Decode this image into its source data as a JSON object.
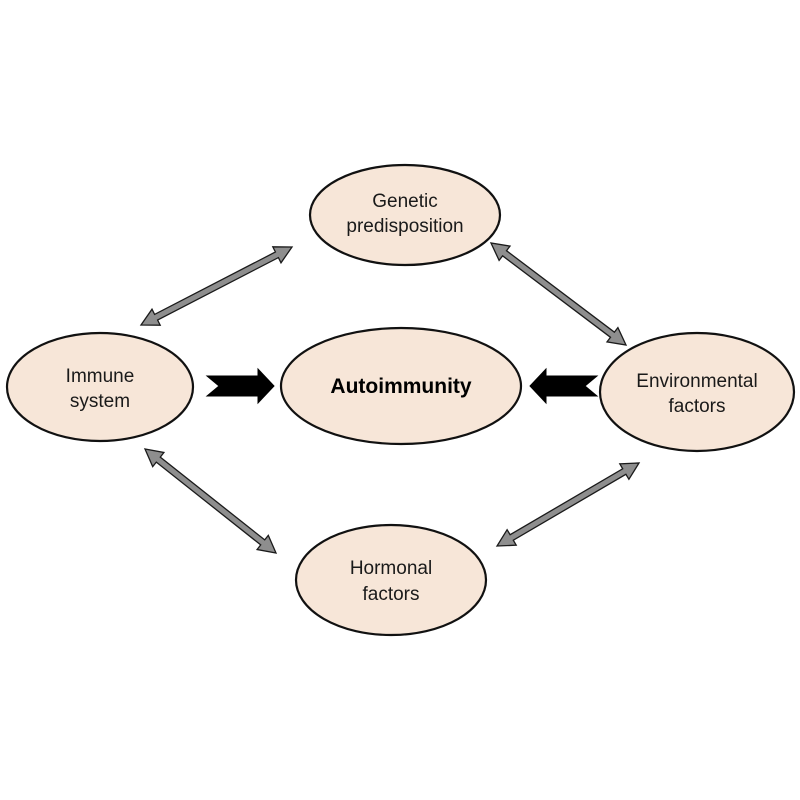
{
  "diagram": {
    "center": {
      "label": "Autoimmunity"
    },
    "genetic": {
      "line1": "Genetic",
      "line2": "predisposition"
    },
    "immune": {
      "line1": "Immune",
      "line2": "system"
    },
    "environmental": {
      "line1": "Environmental",
      "line2": "factors"
    },
    "hormonal": {
      "line1": "Hormonal",
      "line2": "factors"
    }
  },
  "colors": {
    "node_fill": "#f7e6d8",
    "outline": "#111111",
    "connector_fill": "#8e8e8e",
    "influence_arrow": "#000000"
  }
}
